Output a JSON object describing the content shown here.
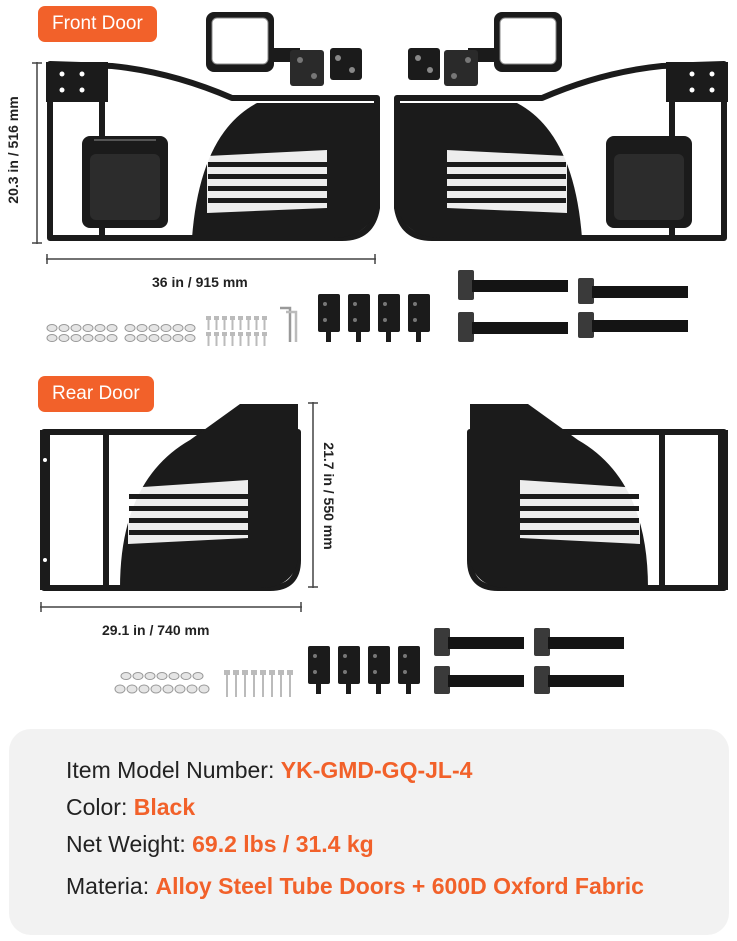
{
  "front": {
    "badge": "Front Door",
    "height_dim": "20.3 in / 516 mm",
    "width_dim": "36 in / 915 mm"
  },
  "rear": {
    "badge": "Rear Door",
    "height_dim": "21.7 in / 550 mm",
    "width_dim": "29.1 in / 740 mm"
  },
  "specs": [
    {
      "label": "Item Model Number: ",
      "value": "YK-GMD-GQ-JL-4"
    },
    {
      "label": "Color: ",
      "value": "Black"
    },
    {
      "label": "Net Weight: ",
      "value": "69.2 lbs / 31.4 kg"
    },
    {
      "label": "Materia: ",
      "value": "Alloy Steel Tube Doors + 600D Oxford Fabric"
    }
  ],
  "colors": {
    "accent": "#f2612a",
    "product": "#1b1b1b",
    "card": "#f2f2f2"
  }
}
